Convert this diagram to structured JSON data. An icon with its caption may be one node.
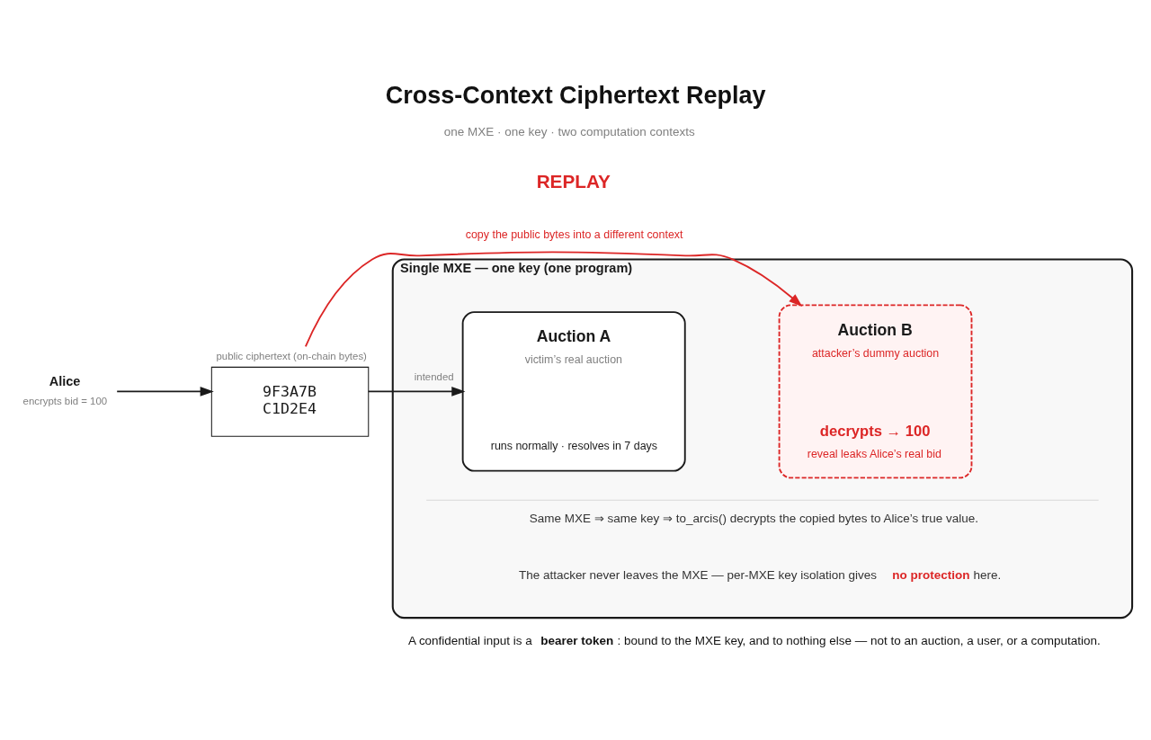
{
  "diagram": {
    "title": "Cross-Context Ciphertext Replay",
    "caption": "A confidential input is a **bearer token**: bound to the MXE key, and to nothing else — not to an auction, a user, or a computation.",
    "nodes": [
      {
        "text": [
          "Alice",
          "encrypts bid = 100"
        ]
      },
      {
        "text": [
          "public ciphertext (on-chain bytes)",
          "9F3A7B C1D2E4"
        ]
      },
      {
        "text": [
          "Single MXE — one key (one program)"
        ]
      },
      {
        "text": [
          "Auction A",
          "victim’s real auction",
          "runs normally · resolves in 7 days"
        ],
        "in": 2
      },
      {
        "text": [
          "Auction B",
          "attacker’s dummy auction",
          "decrypts → 100",
          "reveal leaks Alice’s real bid"
        ],
        "in": 2
      }
    ],
    "edges": [
      {
        "from": 0,
        "to": 1,
        "arrow": "to"
      },
      {
        "from": 1,
        "to": 3,
        "arrow": "to",
        "label": "intended"
      },
      {
        "from": 1,
        "to": 4,
        "arrow": "to",
        "color": "#dc2626"
      }
    ],
    "labels": [
      "one MXE · one key · two computation contexts",
      "REPLAY",
      "copy the public bytes into a different context",
      "Same MXE ⇒ same key ⇒ to_arcis() decrypts the copied bytes to Alice’s true value.",
      "The attacker never leaves the MXE — per-MXE key isolation gives **no protection** here."
    ]
  }
}
